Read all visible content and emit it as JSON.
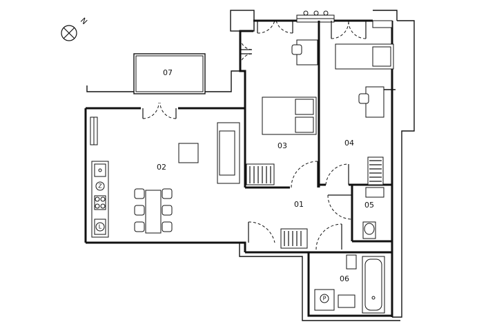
{
  "compass": {
    "label": "N"
  },
  "rooms": [
    {
      "id": "r01",
      "label": "01"
    },
    {
      "id": "r02",
      "label": "02"
    },
    {
      "id": "r03",
      "label": "03"
    },
    {
      "id": "r04",
      "label": "04"
    },
    {
      "id": "r05",
      "label": "05"
    },
    {
      "id": "r06",
      "label": "06"
    },
    {
      "id": "r07",
      "label": "07"
    }
  ],
  "appliances": {
    "washer": "Z",
    "fridge": "L",
    "boiler": "P"
  }
}
